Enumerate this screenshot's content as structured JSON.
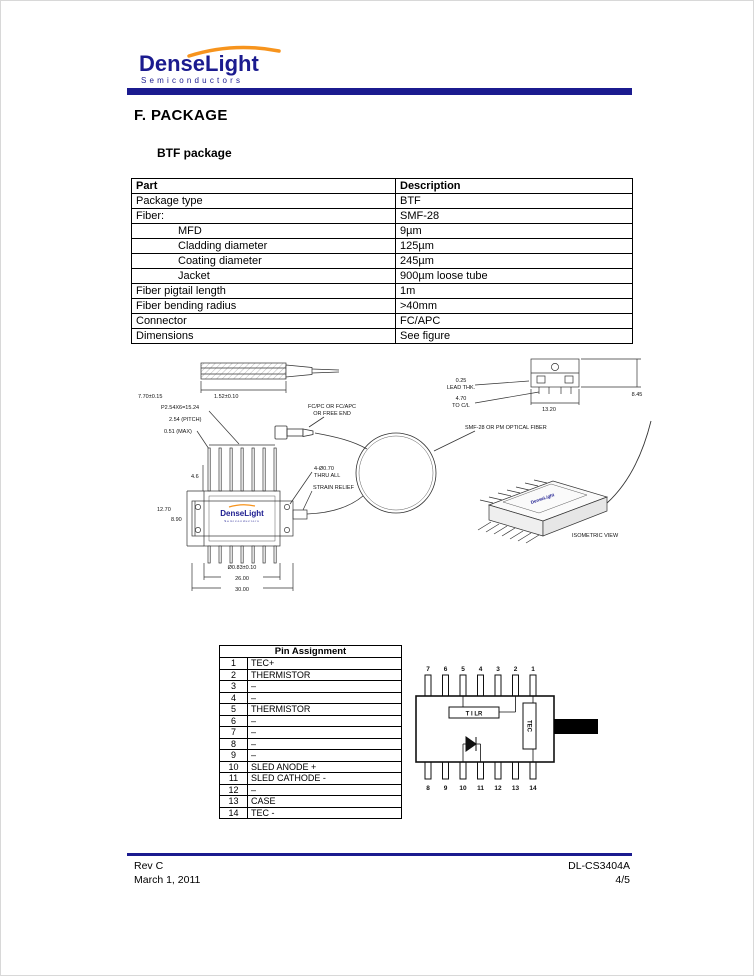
{
  "header": {
    "logo_text": "DenseLight",
    "logo_subtext": "Semiconductors"
  },
  "page": {
    "section_title": "F. PACKAGE",
    "subsection_title": "BTF package"
  },
  "spec_table": {
    "headers": [
      "Part",
      "Description"
    ],
    "rows": [
      {
        "part": "Package type",
        "desc": "BTF"
      },
      {
        "part": "Fiber:",
        "desc": "SMF-28"
      },
      {
        "part": "MFD",
        "desc": "9µm"
      },
      {
        "part": "Cladding diameter",
        "desc": "125µm"
      },
      {
        "part": "Coating diameter",
        "desc": "245µm"
      },
      {
        "part": "Jacket",
        "desc": "900µm loose tube"
      },
      {
        "part": "Fiber pigtail length",
        "desc": "1m"
      },
      {
        "part": "Fiber bending radius",
        "desc": ">40mm"
      },
      {
        "part": "Connector",
        "desc": "FC/APC"
      },
      {
        "part": "Dimensions",
        "desc": "See figure"
      }
    ]
  },
  "drawing": {
    "side_view": {
      "dim_length": "7.70±0.15",
      "dim_inner": "1.52±0.10"
    },
    "end_view": {
      "lead_thk_value": "0.25",
      "lead_thk_label": "LEAD THK.",
      "to_cl_value": "4.70",
      "to_cl_label": "TO C/L",
      "dim_width": "13.20",
      "dim_height": "8.45"
    },
    "connector_label_1": "FC/PC OR FC/APC",
    "connector_label_2": "OR FREE END",
    "fiber_label": "SMF-28 OR PM OPTICAL FIBER",
    "top_view": {
      "pin_row_dim": "P2.54X6=15.24",
      "pitch": "2.54 (PITCH)",
      "pin_width": "0.51 (MAX)",
      "pin_length": "4.6",
      "body_width": "12.70",
      "inner_width": "8.90",
      "hole_dia": "Ø0.83±0.10",
      "body_length": "26.00",
      "flange_length": "30.00",
      "thru_hole_1": "4-Ø0.70",
      "thru_hole_2": "THRU ALL",
      "strain_relief": "STRAIN RELIEF",
      "logo": "DenseLight",
      "logo_sub": "Semiconductors"
    },
    "isometric": {
      "label": "ISOMETRIC VIEW",
      "logo": "DenseLight"
    }
  },
  "pin_table": {
    "title": "Pin Assignment",
    "rows": [
      {
        "pin": "1",
        "name": "TEC+"
      },
      {
        "pin": "2",
        "name": "THERMISTOR"
      },
      {
        "pin": "3",
        "name": "–"
      },
      {
        "pin": "4",
        "name": "–"
      },
      {
        "pin": "5",
        "name": "THERMISTOR"
      },
      {
        "pin": "6",
        "name": "–"
      },
      {
        "pin": "7",
        "name": "–"
      },
      {
        "pin": "8",
        "name": "–"
      },
      {
        "pin": "9",
        "name": "–"
      },
      {
        "pin": "10",
        "name": "SLED ANODE +"
      },
      {
        "pin": "11",
        "name": "SLED CATHODE -"
      },
      {
        "pin": "12",
        "name": "–"
      },
      {
        "pin": "13",
        "name": "CASE"
      },
      {
        "pin": "14",
        "name": "TEC -"
      }
    ]
  },
  "pin_diagram": {
    "top_pins": [
      "7",
      "6",
      "5",
      "4",
      "3",
      "2",
      "1"
    ],
    "bottom_pins": [
      "8",
      "9",
      "10",
      "11",
      "12",
      "13",
      "14"
    ],
    "thermistor_label": "T I LR",
    "tec_label": "TEC"
  },
  "footer": {
    "revision": "Rev C",
    "date": "March 1, 2011",
    "doc_number": "DL-CS3404A",
    "page_number": "4/5"
  }
}
